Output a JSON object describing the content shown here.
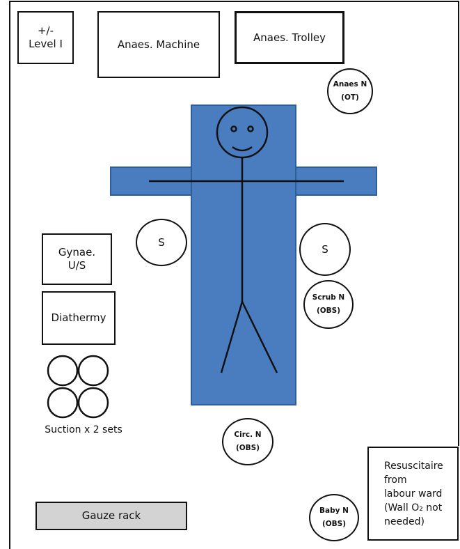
{
  "room": {
    "equipment": {
      "level1": "+/-\nLevel I",
      "anaes_machine": "Anaes. Machine",
      "anaes_trolley": "Anaes. Trolley",
      "gynae_us": "Gynae.\nU/S",
      "diathermy": "Diathermy",
      "suction": "Suction x 2 sets",
      "gauze_rack": "Gauze rack",
      "resuscitaire": "Resuscitaire\nfrom\nlabour ward\n(Wall O₂ not\nneeded)"
    },
    "staff": {
      "anaes_nurse": "Anaes N\n(OT)",
      "surgeon_left": "S",
      "surgeon_right": "S",
      "scrub_nurse": "Scrub N\n(OBS)",
      "circ_nurse": "Circ. N\n(OBS)",
      "baby_nurse": "Baby N\n(OBS)"
    },
    "colors": {
      "table_fill": "#4a7cc0",
      "table_border": "#2e5d99",
      "gauze_fill": "#d3d3d3",
      "line": "#111111"
    }
  }
}
